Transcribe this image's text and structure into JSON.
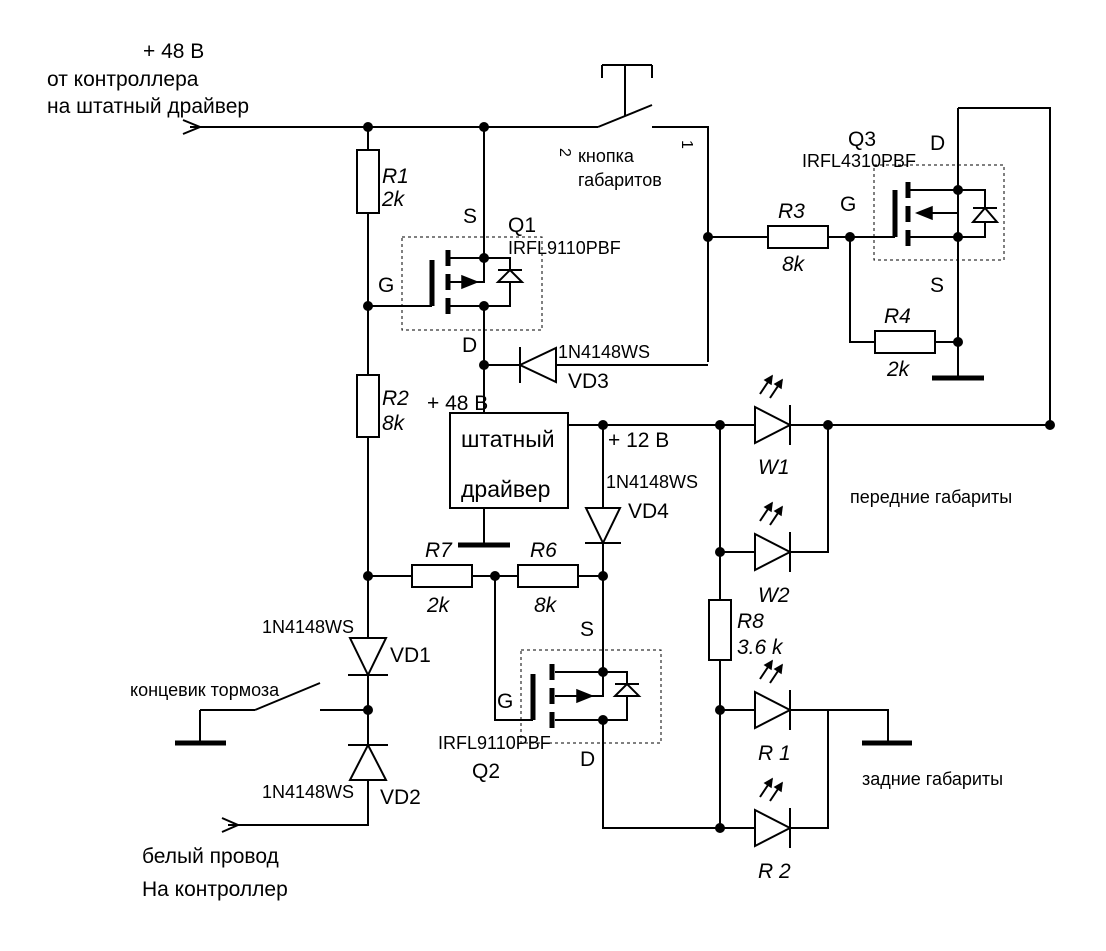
{
  "inputs": {
    "power_voltage": "+ 48 В",
    "power_from": "от контроллера",
    "power_to": "на штатный драйвер",
    "white_wire": "белый провод",
    "to_controller": "На контроллер"
  },
  "button": {
    "label_line1": "кнопка",
    "label_line2": "габаритов",
    "pin1": "1",
    "pin2": "2"
  },
  "driver": {
    "label_line1": "штатный",
    "label_line2": "драйвер",
    "in_voltage": "+ 48 В",
    "out_voltage": "+ 12 В"
  },
  "resistors": {
    "r1": {
      "name": "R1",
      "value": "2k"
    },
    "r2": {
      "name": "R2",
      "value": "8k"
    },
    "r3": {
      "name": "R3",
      "value": "8k"
    },
    "r4": {
      "name": "R4",
      "value": "2k"
    },
    "r6": {
      "name": "R6",
      "value": "8k"
    },
    "r7": {
      "name": "R7",
      "value": "2k"
    },
    "r8": {
      "name": "R8",
      "value": "3.6 k"
    }
  },
  "transistors": {
    "q1": {
      "name": "Q1",
      "part": "IRFL9110PBF",
      "s": "S",
      "g": "G",
      "d": "D"
    },
    "q2": {
      "name": "Q2",
      "part": "IRFL9110PBF",
      "s": "S",
      "g": "G",
      "d": "D"
    },
    "q3": {
      "name": "Q3",
      "part": "IRFL4310PBF",
      "s": "S",
      "g": "G",
      "d": "D"
    }
  },
  "diodes": {
    "vd1": {
      "name": "VD1",
      "part": "1N4148WS"
    },
    "vd2": {
      "name": "VD2",
      "part": "1N4148WS"
    },
    "vd3": {
      "name": "VD3",
      "part": "1N4148WS"
    },
    "vd4": {
      "name": "VD4",
      "part": "1N4148WS"
    }
  },
  "leds": {
    "w1": "W1",
    "w2": "W2",
    "r1": "R 1",
    "r2": "R 2"
  },
  "labels": {
    "front_lights": "передние габариты",
    "rear_lights": "задние габариты",
    "brake_switch": "концевик тормоза"
  }
}
